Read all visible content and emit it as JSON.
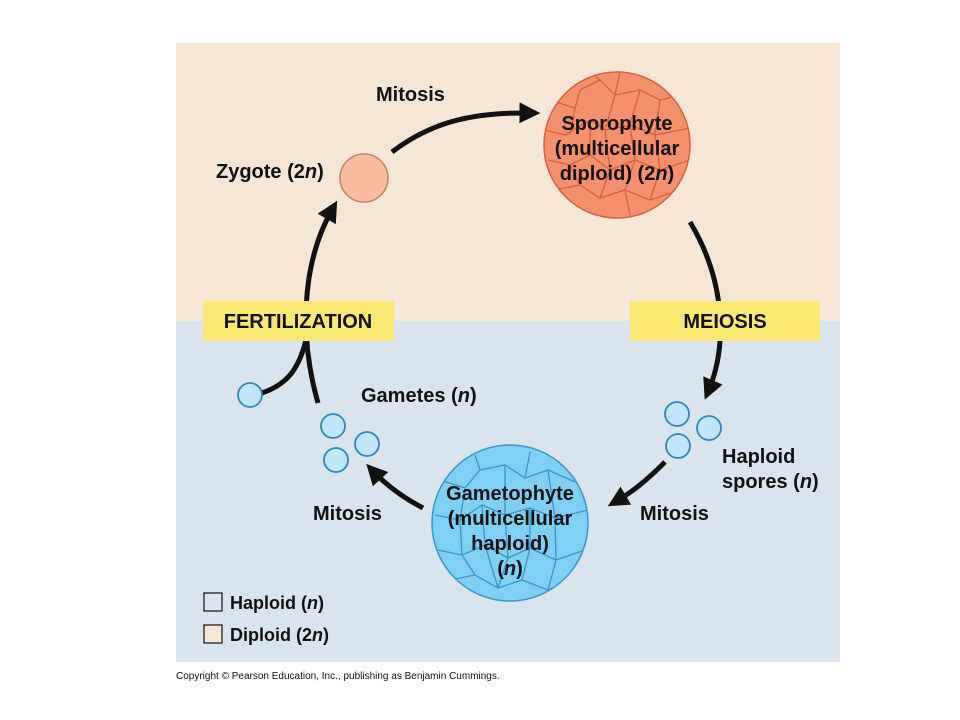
{
  "colors": {
    "diploid_bg": "#f6e6d6",
    "haploid_bg": "#d9e4ee",
    "tag_bg": "#fbe872",
    "sporophyte_fill": "#f4906c",
    "sporophyte_line": "#d8603e",
    "gametophyte_fill": "#7fd0f2",
    "gametophyte_line": "#3a96cc",
    "zygote_fill": "#f9bca0",
    "spore_fill": "#bfe6fa",
    "spore_line": "#2f86bd",
    "arrow": "#111111"
  },
  "labels": {
    "mitosis_top": "Mitosis",
    "zygote": "Zygote (2",
    "zygote_n": "n",
    "zygote_close": ")",
    "sporophyte_line1": "Sporophyte",
    "sporophyte_line2": "(multicellular",
    "sporophyte_line3a": "diploid) (2",
    "sporophyte_n": "n",
    "sporophyte_close": ")",
    "fertilization": "FERTILIZATION",
    "meiosis": "MEIOSIS",
    "gametes": "Gametes (",
    "gametes_n": "n",
    "gametes_close": ")",
    "haploid_spores_line1": "Haploid",
    "haploid_spores_line2a": "spores (",
    "haploid_spores_n": "n",
    "haploid_spores_close": ")",
    "gametophyte_line1": "Gametophyte",
    "gametophyte_line2": "(multicellular",
    "gametophyte_line3": "haploid)",
    "gametophyte_line4a": "(",
    "gametophyte_n": "n",
    "gametophyte_close": ")",
    "mitosis_left": "Mitosis",
    "mitosis_right": "Mitosis"
  },
  "legend": {
    "haploid": "Haploid (",
    "haploid_n": "n",
    "haploid_close": ")",
    "diploid": "Diploid (2",
    "diploid_n": "n",
    "diploid_close": ")"
  },
  "copyright": "Copyright © Pearson Education, Inc., publishing as Benjamin Cummings."
}
